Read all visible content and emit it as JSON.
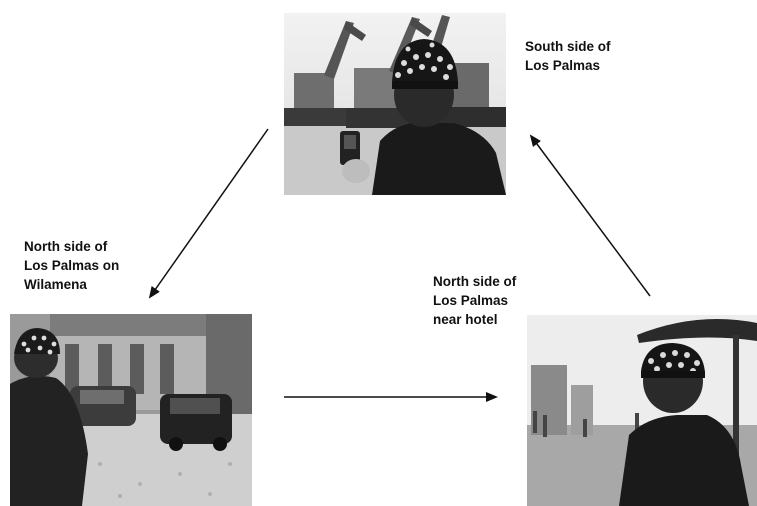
{
  "figure": {
    "nodes": [
      {
        "id": "top",
        "label_lines": [
          "South side of",
          "Los Palmas"
        ],
        "photo_icon": "camera-scene-construction"
      },
      {
        "id": "left",
        "label_lines": [
          "North side of",
          "Los Palmas on",
          "Wilamena"
        ],
        "photo_icon": "camera-scene-street-cars"
      },
      {
        "id": "right",
        "label_lines": [
          "North side of",
          "Los Palmas",
          "near hotel"
        ],
        "photo_icon": "camera-scene-plaza-umbrella"
      }
    ],
    "edges": [
      {
        "from": "top",
        "to": "left"
      },
      {
        "from": "left",
        "to": "right"
      },
      {
        "from": "right",
        "to": "top"
      }
    ],
    "colors": {
      "ink": "#111111",
      "photo_light": "#e6e6e6",
      "photo_dark": "#1c1c1c"
    }
  }
}
